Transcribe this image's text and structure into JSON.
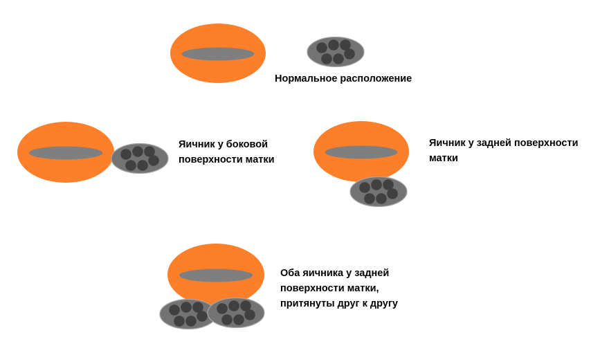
{
  "colors": {
    "background": "#ffffff",
    "uterus": "#fd7f2a",
    "uterus_cavity": "#7f7f7f",
    "ovary": "#737373",
    "ovary_outline": "#a6a6a6",
    "follicle": "#404040",
    "text": "#000000"
  },
  "labels": {
    "normal": "Нормальное расположение",
    "lateral": [
      "Яичник у боковой",
      "поверхности матки"
    ],
    "posterior": [
      "Яичник у задней поверхности",
      "матки"
    ],
    "both_posterior": [
      "Оба яичника у задней",
      "поверхности матки,",
      "притянуты друг к другу"
    ]
  }
}
